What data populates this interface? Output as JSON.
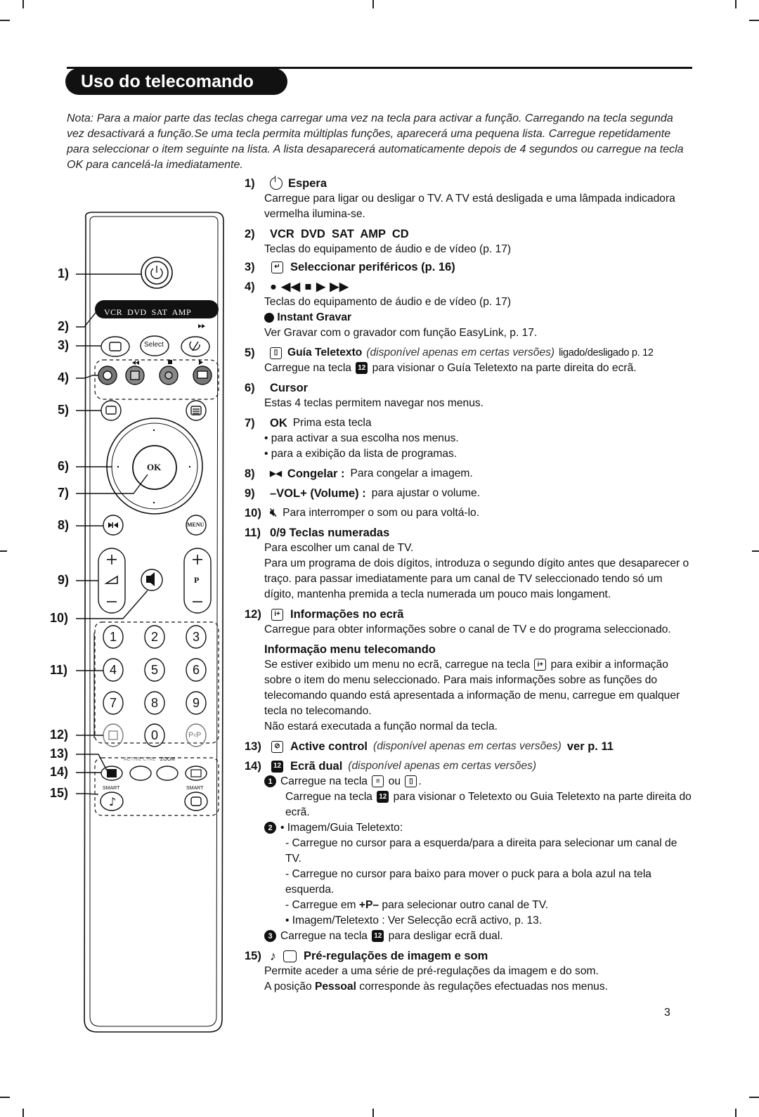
{
  "title": "Uso do telecomando",
  "note": "Nota: Para a maior parte das teclas chega carregar uma vez na tecla para activar a função. Carregando na tecla segunda vez desactivará a função.Se uma tecla permita múltiplas funções, aparecerá uma pequena lista. Carregue repetidamente para seleccionar o item seguinte na lista. A lista desaparecerá automaticamente depois de 4 segundos ou carregue na tecla OK para cancelá-la imediatamente.",
  "remote": {
    "source_buttons": "VCR  DVD  SAT  AMP",
    "select_label": "Select",
    "ok_label": "OK",
    "menu_label": "MENU",
    "p_label": "P",
    "active_ctrl_label": "ACTIVE CTRL",
    "zoom_label": "ZOOM",
    "smart_left": "SMART",
    "smart_right": "SMART",
    "pip_label": "P‹P",
    "digits": [
      "1",
      "2",
      "3",
      "4",
      "5",
      "6",
      "7",
      "8",
      "9",
      "0"
    ],
    "callouts": [
      "1)",
      "2)",
      "3)",
      "4)",
      "5)",
      "6)",
      "7)",
      "8)",
      "9)",
      "10)",
      "11)",
      "12)",
      "13)",
      "14)",
      "15)"
    ]
  },
  "items": {
    "i1": {
      "num": "1)",
      "title": "Espera",
      "body": "Carregue para ligar ou desligar o TV. A TV está desligada e uma lâmpada indicadora vermelha  ilumina-se."
    },
    "i2": {
      "num": "2)",
      "title": "VCR  DVD  SAT  AMP  CD",
      "body": "Teclas do equipamento de áudio e de vídeo  (p. 17)"
    },
    "i3": {
      "num": "3)",
      "title": "Seleccionar periféricos (p. 16)"
    },
    "i4": {
      "num": "4)",
      "title": "● ◀◀ ■ ▶ ▶▶",
      "body": "Teclas do equipamento de áudio e de vídeo  (p. 17)",
      "sub": "Instant Gravar",
      "sub_body": "Ver Gravar com o gravador com função EasyLink, p. 17."
    },
    "i5": {
      "num": "5)",
      "title": "Guía Teletexto",
      "ital": "(disponível apenas em certas versões)",
      "tail": "ligado/desligado p. 12",
      "body_a": "Carregue na tecla",
      "body_b": "para visionar o Guía Teletexto na parte direita do ecrã."
    },
    "i6": {
      "num": "6)",
      "title": "Cursor",
      "body": "Estas 4 teclas permitem navegar nos menus."
    },
    "i7": {
      "num": "7)",
      "title": "OK",
      "title_tail": "Prima esta tecla",
      "b1": "• para activar a sua escolha nos menus.",
      "b2": "• para a exibição da lista de programas."
    },
    "i8": {
      "num": "8)",
      "title": "Congelar :",
      "tail": "Para congelar a imagem."
    },
    "i9": {
      "num": "9)",
      "title": "–VOL+ (Volume) :",
      "tail": "para ajustar o volume."
    },
    "i10": {
      "num": "10)",
      "tail": "Para interromper o som ou para voltá-lo."
    },
    "i11": {
      "num": "11)",
      "title": "0/9 Teclas numeradas",
      "b1": "Para escolher um canal de TV.",
      "b2": "Para um programa de dois dígitos, introduza o segundo dígito antes que desaparecer o traço. para passar imediatamente para um canal de TV seleccionado tendo só um dígito, mantenha premida a tecla numerada um pouco mais longament."
    },
    "i12": {
      "num": "12)",
      "title": "Informações no ecrã",
      "body": "Carregue para obter informações sobre o canal de TV e do programa seleccionado.",
      "sub": "Informação menu telecomando",
      "sub_a": "Se estiver exibido um menu no ecrã, carregue na tecla",
      "sub_b": "para exibir a informação sobre o item do menu seleccionado. Para mais informações sobre as funções do telecomando quando está apresentada a informação de menu, carregue em qualquer tecla no telecomando.",
      "sub_c": "Não estará executada a função normal da tecla."
    },
    "i13": {
      "num": "13)",
      "title": "Active control",
      "ital": "(disponível apenas em certas versões)",
      "tail": "ver p. 11"
    },
    "i14": {
      "num": "14)",
      "title": "Ecrã dual",
      "ital": "(disponível apenas em certas versões)",
      "s1a": "Carregue na tecla",
      "s1b": "ou",
      "s1c": "Carregue na tecla",
      "s1d": "para visionar o Teletexto ou Guia Teletexto na parte direita do ecrã.",
      "s2a": "• Imagem/Guia Teletexto:",
      "s2b": "- Carregue no cursor para a esquerda/para a direita para selecionar um canal de TV.",
      "s2c": "- Carregue no cursor para baixo para mover o puck para a bola azul na tela esquerda.",
      "s2d_a": "- Carregue em",
      "s2d_b": "+P–",
      "s2d_c": "para selecionar outro canal de TV.",
      "s2e": "• Imagem/Teletexto : Ver Selecção ecrã activo, p. 13.",
      "s3a": "Carregue na tecla",
      "s3b": "para desligar ecrã dual."
    },
    "i15": {
      "num": "15)",
      "title": "Pré-regulações de imagem e som",
      "b1": "Permite aceder a uma série de pré-regulações da imagem e do som.",
      "b2a": "A posição",
      "b2b": "Pessoal",
      "b2c": "corresponde às regulações efectuadas nos menus."
    }
  },
  "page_number": "3"
}
